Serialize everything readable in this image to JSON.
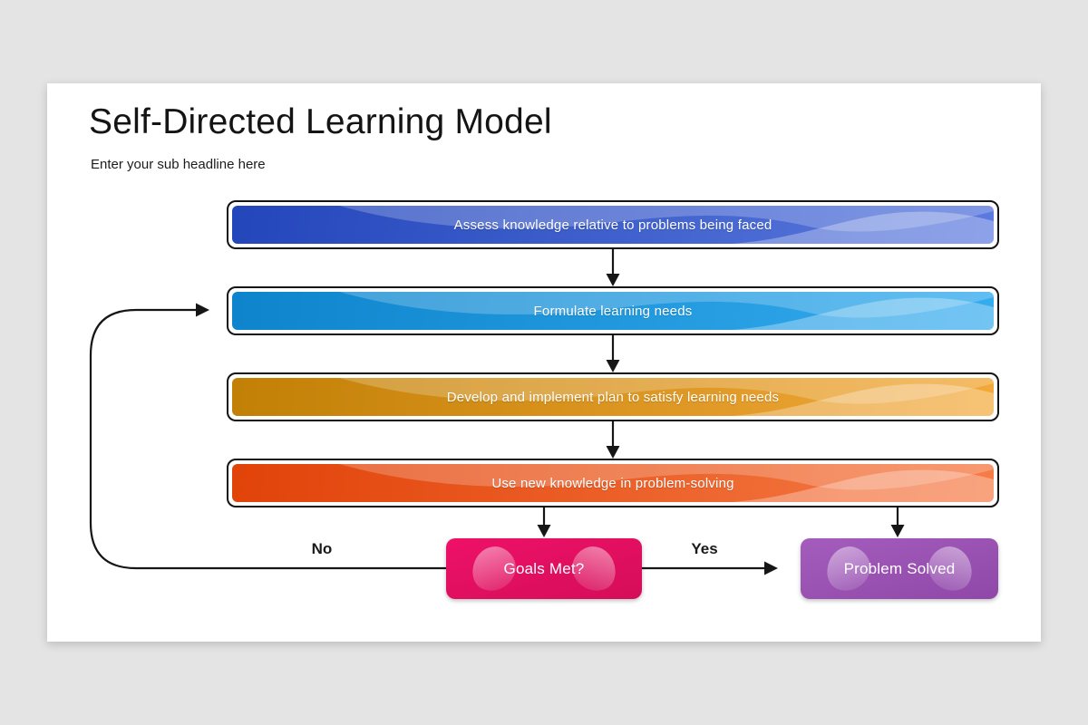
{
  "page": {
    "background_color": "#e5e4e4",
    "card_color": "#ffffff",
    "arrow_color": "#161616"
  },
  "header": {
    "title": "Self-Directed Learning Model",
    "subtitle": "Enter your sub headline here"
  },
  "steps": [
    {
      "label": "Assess knowledge relative to problems being faced",
      "color_left": "#2346bb",
      "color_right": "#5c7ade"
    },
    {
      "label": "Formulate learning needs",
      "color_left": "#0d84cc",
      "color_right": "#35acee"
    },
    {
      "label": "Develop and implement plan to satisfy learning needs",
      "color_left": "#c28006",
      "color_right": "#f3a93a"
    },
    {
      "label": "Use new knowledge in problem-solving",
      "color_left": "#e14309",
      "color_right": "#f67c47"
    }
  ],
  "decision": {
    "label": "Goals Met?",
    "color": "#ee1168",
    "color_dark": "#d50d59"
  },
  "outcome": {
    "label": "Problem Solved",
    "color": "#a45cbd",
    "color_dark": "#8f47a8"
  },
  "branches": {
    "no_label": "No",
    "yes_label": "Yes"
  }
}
